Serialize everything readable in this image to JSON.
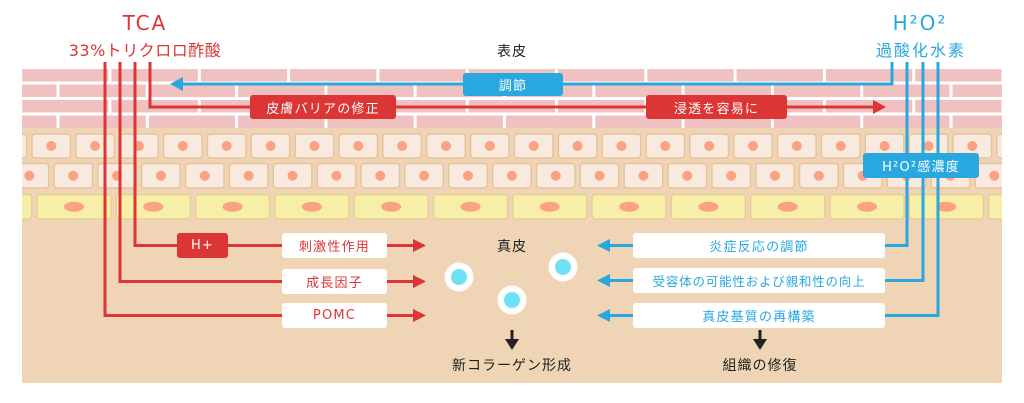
{
  "colors": {
    "tca_red": "#dc3535",
    "h2o2_blue": "#29a8e0",
    "brick_pink": "#efc1c0",
    "skin_beige": "#efd5b5",
    "cell_fill": "#f8eade",
    "cell_border": "#e6c39b",
    "nucleus_salmon": "#fba282",
    "basal_yellow": "#f7eea8",
    "basal_border": "#e6cf96",
    "fibroblast_cyan": "#6ee0f5",
    "text_dark": "#222222"
  },
  "tca": {
    "title": "TCA",
    "subtitle": "33%トリクロロ酢酸"
  },
  "h2o2": {
    "title": "H²O²",
    "subtitle": "過酸化水素"
  },
  "epidermis": {
    "label": "表皮",
    "regulation": "調節",
    "barrier_repair": "皮膚バリアの修正",
    "penetration": "浸透を容易に",
    "concentration": "H²O²感濃度"
  },
  "dermis": {
    "label": "真皮",
    "h_plus": "H+",
    "tca_effects": [
      "刺激性作用",
      "成長因子",
      "POMC"
    ],
    "h2o2_effects": [
      "炎症反応の調節",
      "受容体の可能性および親和性の向上",
      "真皮基質の再構築"
    ],
    "tca_outcome": "新コラーゲン形成",
    "h2o2_outcome": "組織の修復"
  }
}
